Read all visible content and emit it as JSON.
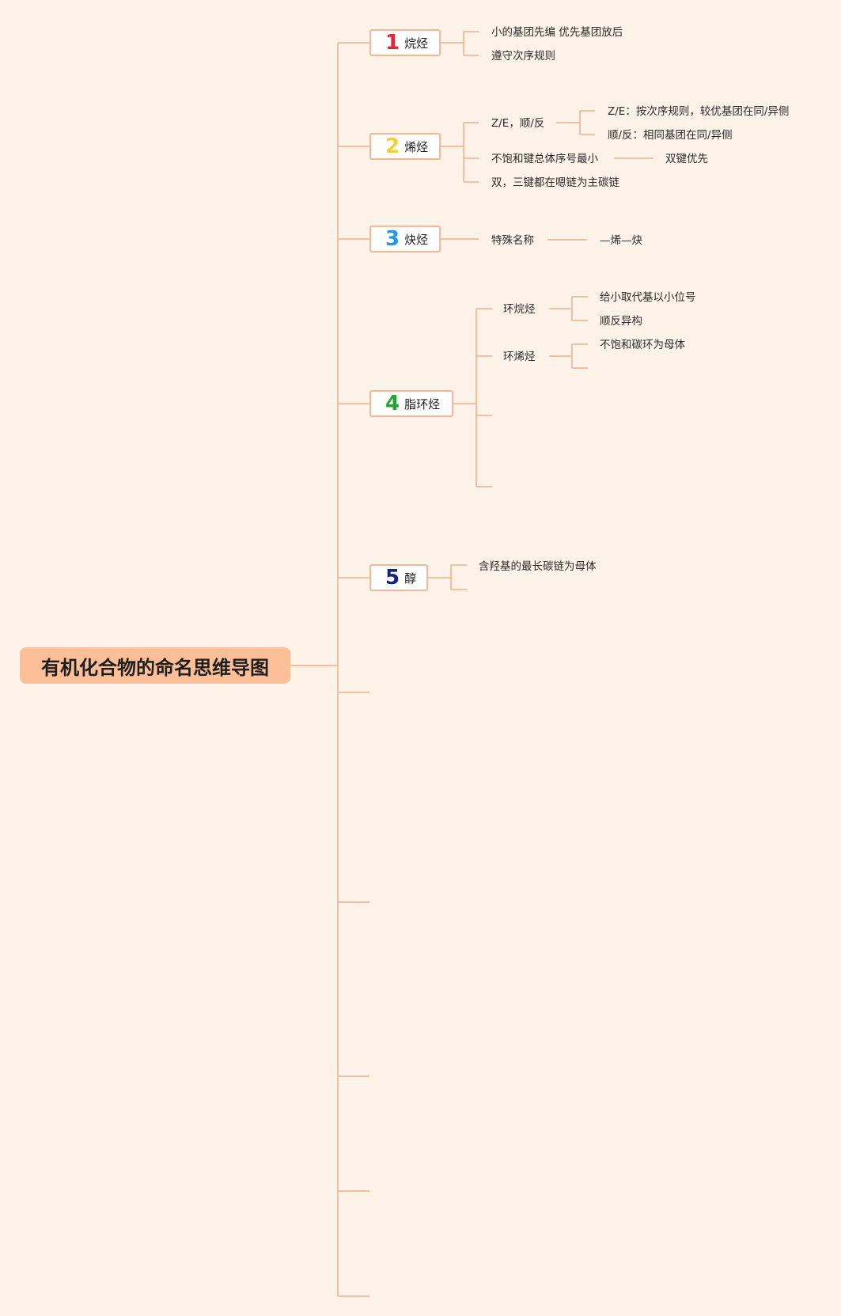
{
  "title": "有机化合物的命名思维导图",
  "colors": {
    "background": "#fef3e9",
    "root_fill": "#fcbf97",
    "line": "#f4ae8c",
    "node_border": "#f4b898",
    "num1": "#e8223c",
    "num2": "#f5cf3b",
    "num3": "#2596e3",
    "num4": "#27a334",
    "num5": "#16237a"
  },
  "branches": [
    {
      "number": "1",
      "label": "烷烃",
      "children": [
        {
          "label": "小的基团先编 优先基团放后"
        },
        {
          "label": "遵守次序规则"
        }
      ]
    },
    {
      "number": "2",
      "label": "烯烃",
      "children": [
        {
          "label": "Z/E，顺/反",
          "children": [
            {
              "label": "Z/E：按次序规则，较优基团在同/异侧"
            },
            {
              "label": "顺/反：相同基团在同/异侧"
            }
          ]
        },
        {
          "label": "不饱和键总体序号最小",
          "children": [
            {
              "label": "双键优先"
            }
          ]
        },
        {
          "label": "双，三键都在嗯链为主碳链"
        }
      ]
    },
    {
      "number": "3",
      "label": "炔烃",
      "children": [
        {
          "label": "特殊名称",
          "children": [
            {
              "label": "—烯—炔"
            }
          ]
        }
      ]
    },
    {
      "number": "4",
      "label": "脂环烃",
      "children": [
        {
          "label": "环烷烃",
          "children": [
            {
              "label": "给小取代基以小位号"
            },
            {
              "label": "顺反异构"
            }
          ]
        },
        {
          "label": "环烯烃",
          "children": [
            {
              "label": "不饱和碳环为母体"
            }
          ]
        }
      ]
    },
    {
      "number": "5",
      "label": "醇",
      "children": [
        {
          "label": "含羟基的最长碳链为母体"
        }
      ]
    }
  ]
}
